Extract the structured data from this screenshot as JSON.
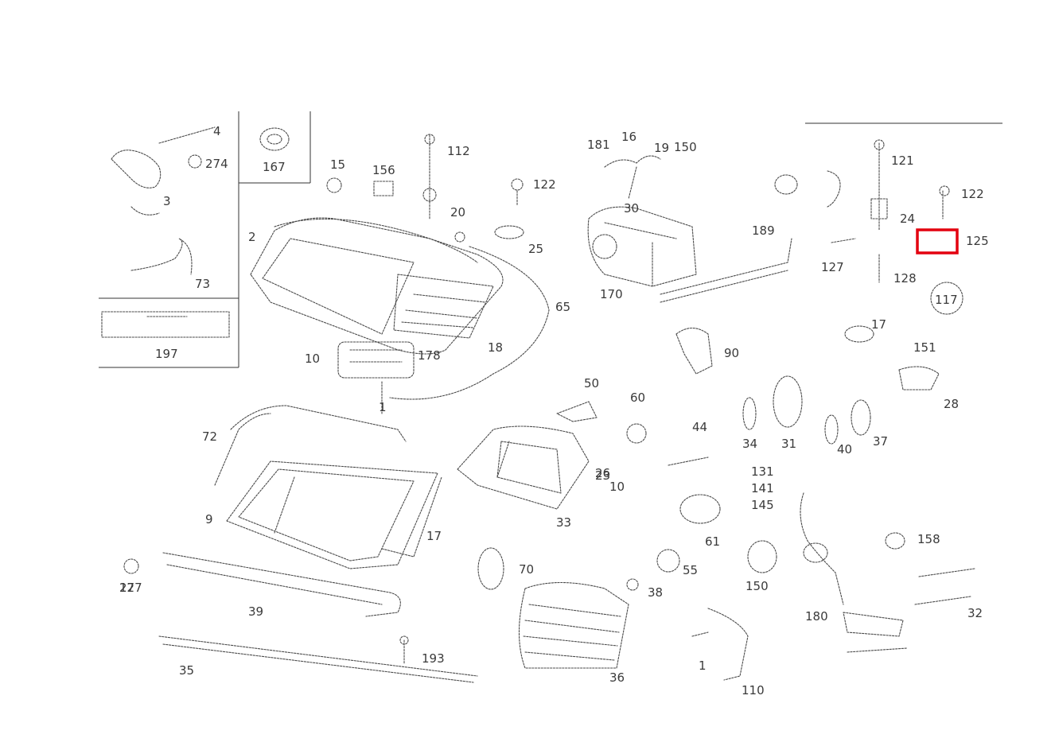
{
  "colors": {
    "line": "#4a4a4a",
    "label": "#3a3a3a",
    "highlight": "#e3000f",
    "background": "#ffffff"
  },
  "selected_callout": "125",
  "callouts": {
    "c1": "4",
    "c2": "274",
    "c3": "3",
    "c4": "167",
    "c5": "15",
    "c6": "156",
    "c7": "112",
    "c8": "20",
    "c9": "122",
    "c10": "25",
    "c11": "73",
    "c12": "2",
    "c13": "197",
    "c14": "65",
    "c15": "10",
    "c16": "178",
    "c17": "18",
    "c18": "1",
    "c19": "181",
    "c20": "16",
    "c21": "30",
    "c22": "150",
    "c23": "19",
    "c24": "170",
    "c25": "189",
    "c26": "121",
    "c27": "122",
    "c28": "127",
    "c29": "125",
    "c30": "24",
    "c31": "128",
    "c32": "117",
    "c33": "17",
    "c34": "151",
    "c35": "28",
    "c36": "90",
    "c37": "72",
    "c38": "9",
    "c39": "27",
    "c40": "17",
    "c41": "50",
    "c42": "60",
    "c43": "44",
    "c44": "26",
    "c45": "33",
    "c46": "10",
    "c47": "23",
    "c48": "34",
    "c49": "31",
    "c50": "40",
    "c51": "37",
    "c52": "131",
    "c53": "141",
    "c54": "145",
    "c55": "61",
    "c56": "70",
    "c57": "38",
    "c58": "55",
    "c59": "150",
    "c60": "158",
    "c61": "180",
    "c62": "32",
    "c63": "127",
    "c64": "39",
    "c65": "35",
    "c66": "193",
    "c67": "36",
    "c68": "1",
    "c69": "110"
  }
}
